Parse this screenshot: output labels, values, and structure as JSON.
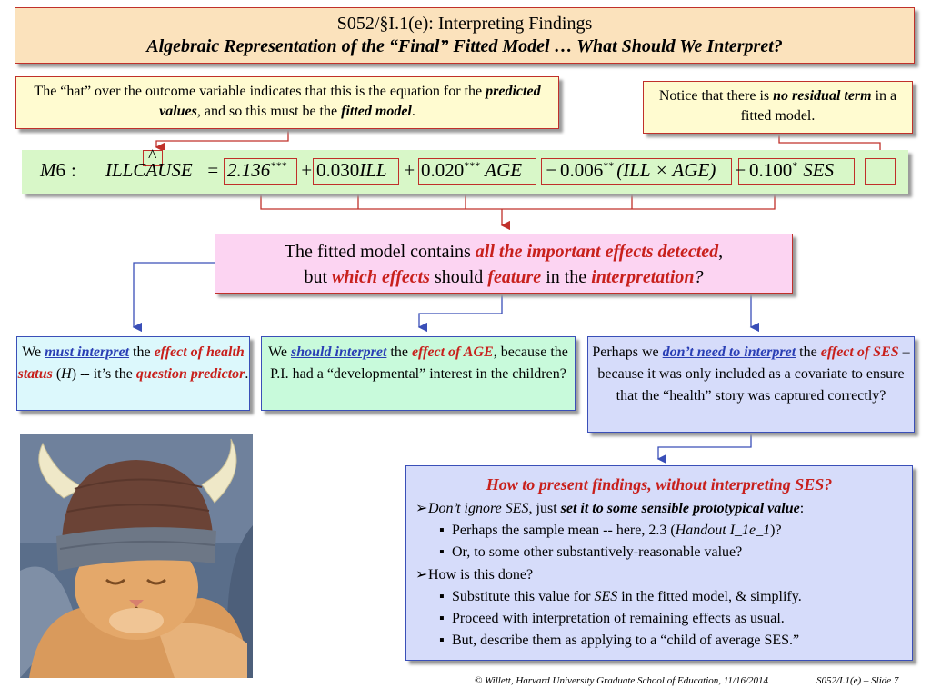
{
  "title": {
    "line1": "S052/§I.1(e): Interpreting Findings",
    "line2": "Algebraic Representation of the “Final” Fitted Model …  What Should We Interpret?"
  },
  "note_hat": {
    "part1": "The “hat” over the outcome variable indicates that this is the equation for the ",
    "emph1": "predicted values",
    "part2": ", and so this must be the ",
    "emph2": "fitted model",
    "part3": "."
  },
  "note_residual": {
    "part1": "Notice that there is ",
    "emph1": "no residual term",
    "part2": " in a fitted model."
  },
  "equation": {
    "model": "M",
    "model_num": "6",
    "colon": ":",
    "outcome": "ILLCAUSE",
    "hat": "^",
    "equals": "=",
    "intercept": "2.136",
    "intercept_stars": "***",
    "plus1": "+",
    "coef_ill": "0.030",
    "var_ill": "ILL",
    "plus2": "+",
    "coef_age": "0.020",
    "coef_age_stars": "***",
    "var_age": "AGE",
    "minus1": "−",
    "coef_int": "0.006",
    "coef_int_stars": "**",
    "var_int": "(ILL × AGE)",
    "minus2": "−",
    "coef_ses": "0.100",
    "coef_ses_stars": "*",
    "var_ses": "SES"
  },
  "center": {
    "part1": "The fitted model contains ",
    "emph1": "all the important effects detected",
    "part2": ",",
    "part3": "but ",
    "emph2": "which effects",
    "part4": " should ",
    "emph3": "feature",
    "part5": " in the ",
    "emph4": "interpretation",
    "part6": "?"
  },
  "box_health": {
    "part1": "We ",
    "link": "must interpret",
    "part2": " the ",
    "emph1": "effect of health status",
    "part3": " (",
    "var": "H",
    "part4": ") -- it’s the ",
    "emph2": "question predictor",
    "part5": "."
  },
  "box_age": {
    "part1": "We ",
    "link": "should interpret",
    "part2": " the ",
    "emph1": "effect of AGE",
    "part3": ", because the P.I. had a “developmental” interest in the children?"
  },
  "box_ses": {
    "part1": "Perhaps we ",
    "link": "don’t need to interpret",
    "part2": " the ",
    "emph1": "effect of SES",
    "part3": " – because it was only included as a covariate to ensure that the “health” story was captured correctly?"
  },
  "final": {
    "title": "How to present findings, without interpreting SES?",
    "bullet1": {
      "marker": "➢",
      "emph1": "Don’t ignore SES",
      "part1": ", just ",
      "emph2": "set it to some sensible prototypical value",
      "part2": ":"
    },
    "sub1": {
      "marker": "▪",
      "part1": "Perhaps the sample mean -- here, 2.3 (",
      "emph": "Handout I_1e_1",
      "part2": ")?"
    },
    "sub2": {
      "marker": "▪",
      "text": "Or, to some other substantively-reasonable value?"
    },
    "bullet2": {
      "marker": "➢",
      "text": "How is this done?"
    },
    "sub3": {
      "marker": "▪",
      "part1": "Substitute this value for ",
      "emph": "SES",
      "part2": " in the fitted model, & simplify."
    },
    "sub4": {
      "marker": "▪",
      "text": "Proceed with interpretation of remaining effects as usual."
    },
    "sub5": {
      "marker": "▪",
      "text": "But, describe them as applying to a “child of average SES.”"
    }
  },
  "footer": {
    "credit": "© Willett, Harvard University Graduate School of Education, 11/16/2014",
    "slide": "S052/I.1(e) – Slide 7"
  },
  "colors": {
    "title_bg": "#fbe2bc",
    "note_bg": "#fffbd0",
    "equation_bg": "#d8f7c8",
    "center_bg": "#fcd4f2",
    "health_bg": "#dcf8fc",
    "age_bg": "#c8fadb",
    "ses_bg": "#d6dcfa",
    "emphasis_red": "#c8201c",
    "link_blue": "#2a3fb5"
  }
}
